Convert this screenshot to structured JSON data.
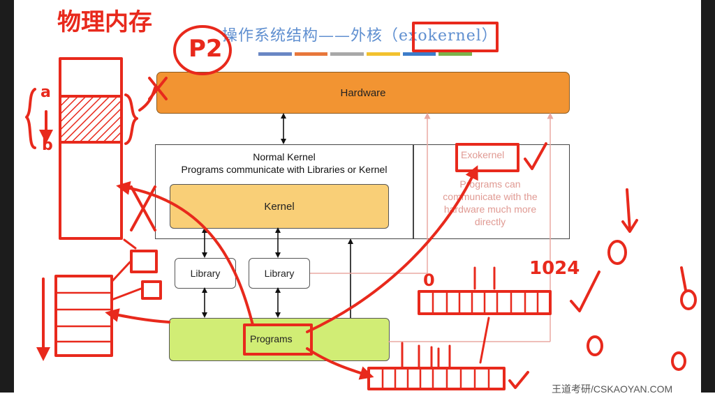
{
  "title": "操作系统结构——外核（exokernel）",
  "stripe_colors": [
    "#6a87c4",
    "#e8773b",
    "#a8a8a8",
    "#f2c12e",
    "#3c7cc9",
    "#7cb24a"
  ],
  "diagram": {
    "hardware": "Hardware",
    "normal_kernel_title": "Normal Kernel",
    "normal_kernel_subtitle": "Programs communicate with Libraries or Kernel",
    "kernel": "Kernel",
    "exokernel": "Exokernel",
    "exokernel_desc_lines": [
      "Programs can",
      "communicate with the",
      "hardware much more",
      "directly"
    ],
    "libraries": [
      "Library",
      "Library"
    ],
    "programs": "Programs"
  },
  "annotations": {
    "physical_memory": "物理内存",
    "p2": "P2",
    "a": "a",
    "b": "b",
    "zero": "0",
    "n1024": "1024"
  },
  "watermark": "王道考研/CSKAOYAN.COM",
  "colors": {
    "hardware": "#f29432",
    "kernel": "#f9cf77",
    "programs": "#d1ed75",
    "annotation": "#e8291c",
    "exokernel_text": "#e09a93"
  }
}
